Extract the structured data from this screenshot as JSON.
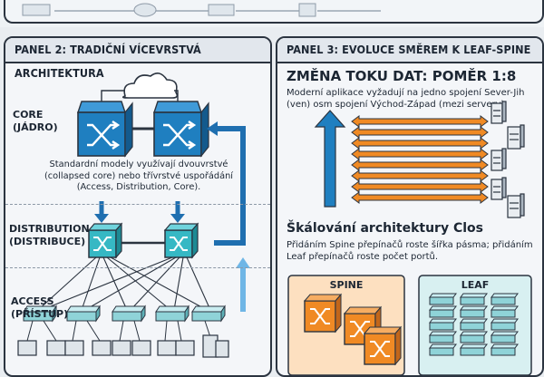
{
  "panel2": {
    "title": "PANEL 2: TRADIČNÍ VÍCEVRSTVÁ ARCHITEKTURA",
    "core_label_1": "CORE",
    "core_label_2": "(JÁDRO)",
    "description": [
      "Standardní modely využívají dvouvrstvé",
      "(collapsed core) nebo třívrstvé uspořádání",
      "(Access, Distribution, Core)."
    ],
    "dist_label_1": "DISTRIBUTION",
    "dist_label_2": "(DISTRIBUCE)",
    "access_label_1": "ACCESS",
    "access_label_2": "(PŘÍSTUP)"
  },
  "panel3": {
    "title": "PANEL 3: EVOLUCE SMĚREM K LEAF-SPINE",
    "heading": "ZMĚNA TOKU DAT: POMĚR 1:8",
    "heading_text": [
      "Moderní aplikace vyžadují na jedno spojení Sever-Jih",
      "(ven) osm spojení Východ-Západ (mezi servery)."
    ],
    "clos_heading": "Škálování architektury Clos",
    "clos_text": [
      "Přidáním Spine přepínačů roste šířka pásma; přidáním",
      "Leaf přepínačů roste počet portů."
    ],
    "spine_label": "SPINE",
    "leaf_label": "LEAF"
  },
  "colors": {
    "core_blue": "#1f7fc0",
    "dist_teal": "#36b8c4",
    "orange": "#f08a24",
    "leaf_teal": "#8fd3d8",
    "border": "#2b3440"
  }
}
